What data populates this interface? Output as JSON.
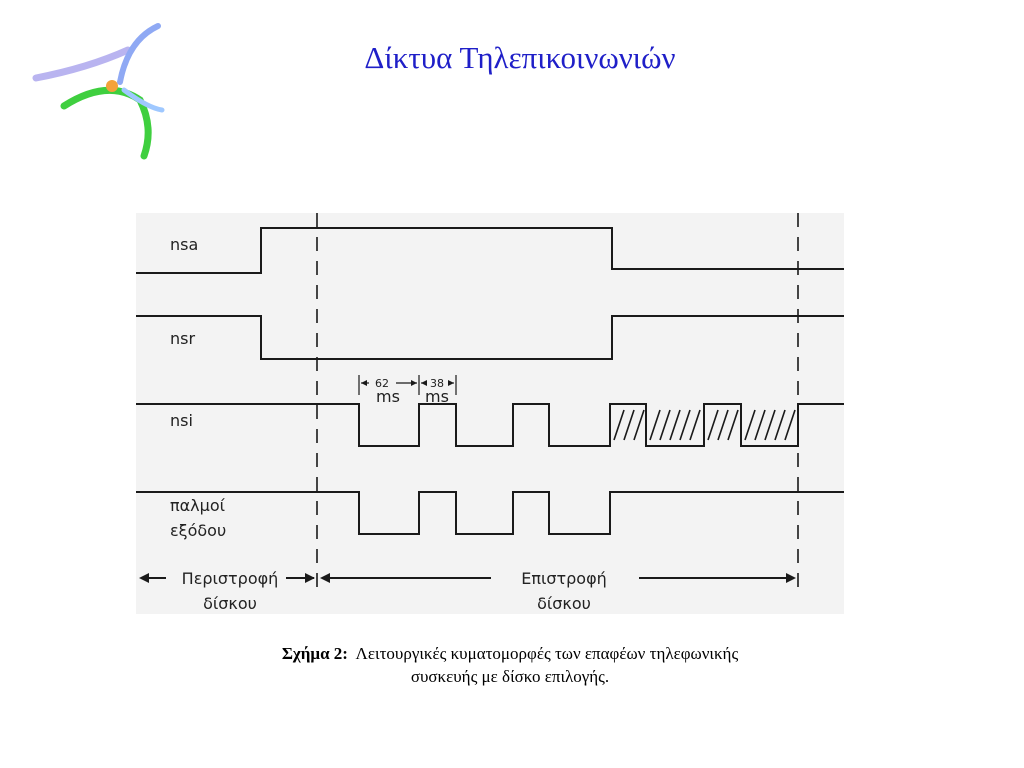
{
  "header": {
    "title": "Δίκτυα Τηλεπικοινωνιών"
  },
  "figure": {
    "signals": {
      "nsa": "nsa",
      "nsr": "nsr",
      "nsi": "nsi",
      "out_1": "παλμοί",
      "out_2": "εξόδου"
    },
    "timing": {
      "t1_value": "62",
      "t1_unit": "ms",
      "t2_value": "38",
      "t2_unit": "ms"
    },
    "phases": {
      "rotation_1": "Περιστροφή",
      "rotation_2": "δίσκου",
      "return_1": "Επιστροφή",
      "return_2": "δίσκου"
    }
  },
  "caption": {
    "label": "Σχήμα 2:",
    "line1": "Λειτουργικές κυματομορφές των επαφέων τηλεφωνικής",
    "line2": "συσκευής με δίσκο επιλογής."
  },
  "colors": {
    "title": "#1f1fc8",
    "figure_bg": "#f3f3f3",
    "trace": "#1a1a1a"
  }
}
